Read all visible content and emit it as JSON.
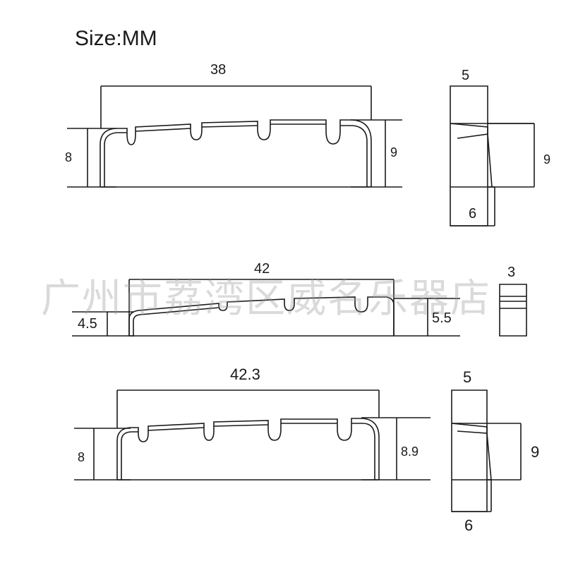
{
  "title": "Size:MM",
  "watermark": "广州市荔湾区威名乐器店",
  "nut_1": {
    "length": "38",
    "height_left": "8",
    "height_right": "9",
    "side_top": "5",
    "side_height": "9",
    "side_bottom": "6"
  },
  "nut_2": {
    "length": "42",
    "height_left": "4.5",
    "height_right": "5.5",
    "side_top": "3"
  },
  "nut_3": {
    "length": "42.3",
    "height_left": "8",
    "height_right": "8.9",
    "side_top": "5",
    "side_height": "9",
    "side_bottom": "6"
  },
  "colors": {
    "line": "#1a1a1a",
    "watermark": "#969696"
  }
}
